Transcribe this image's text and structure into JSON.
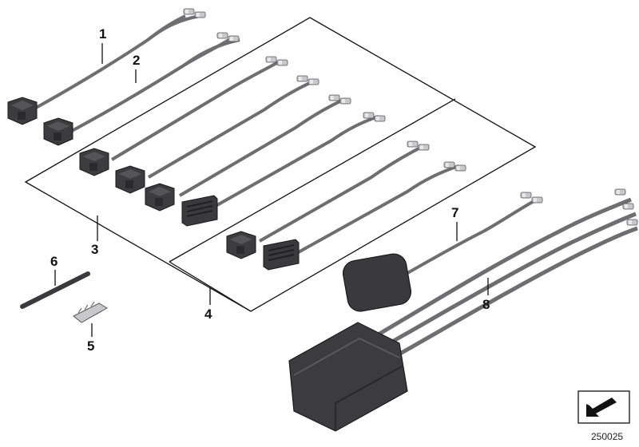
{
  "callouts": {
    "p1": "1",
    "p2": "2",
    "p3": "3",
    "p4": "4",
    "p5": "5",
    "p6": "6",
    "p7": "7",
    "p8": "8"
  },
  "reference_number": "250025",
  "colors": {
    "line": "#111111",
    "connector": "#3a3a3c",
    "wire": "#6e6e70",
    "pin": "#b8b8ba"
  }
}
